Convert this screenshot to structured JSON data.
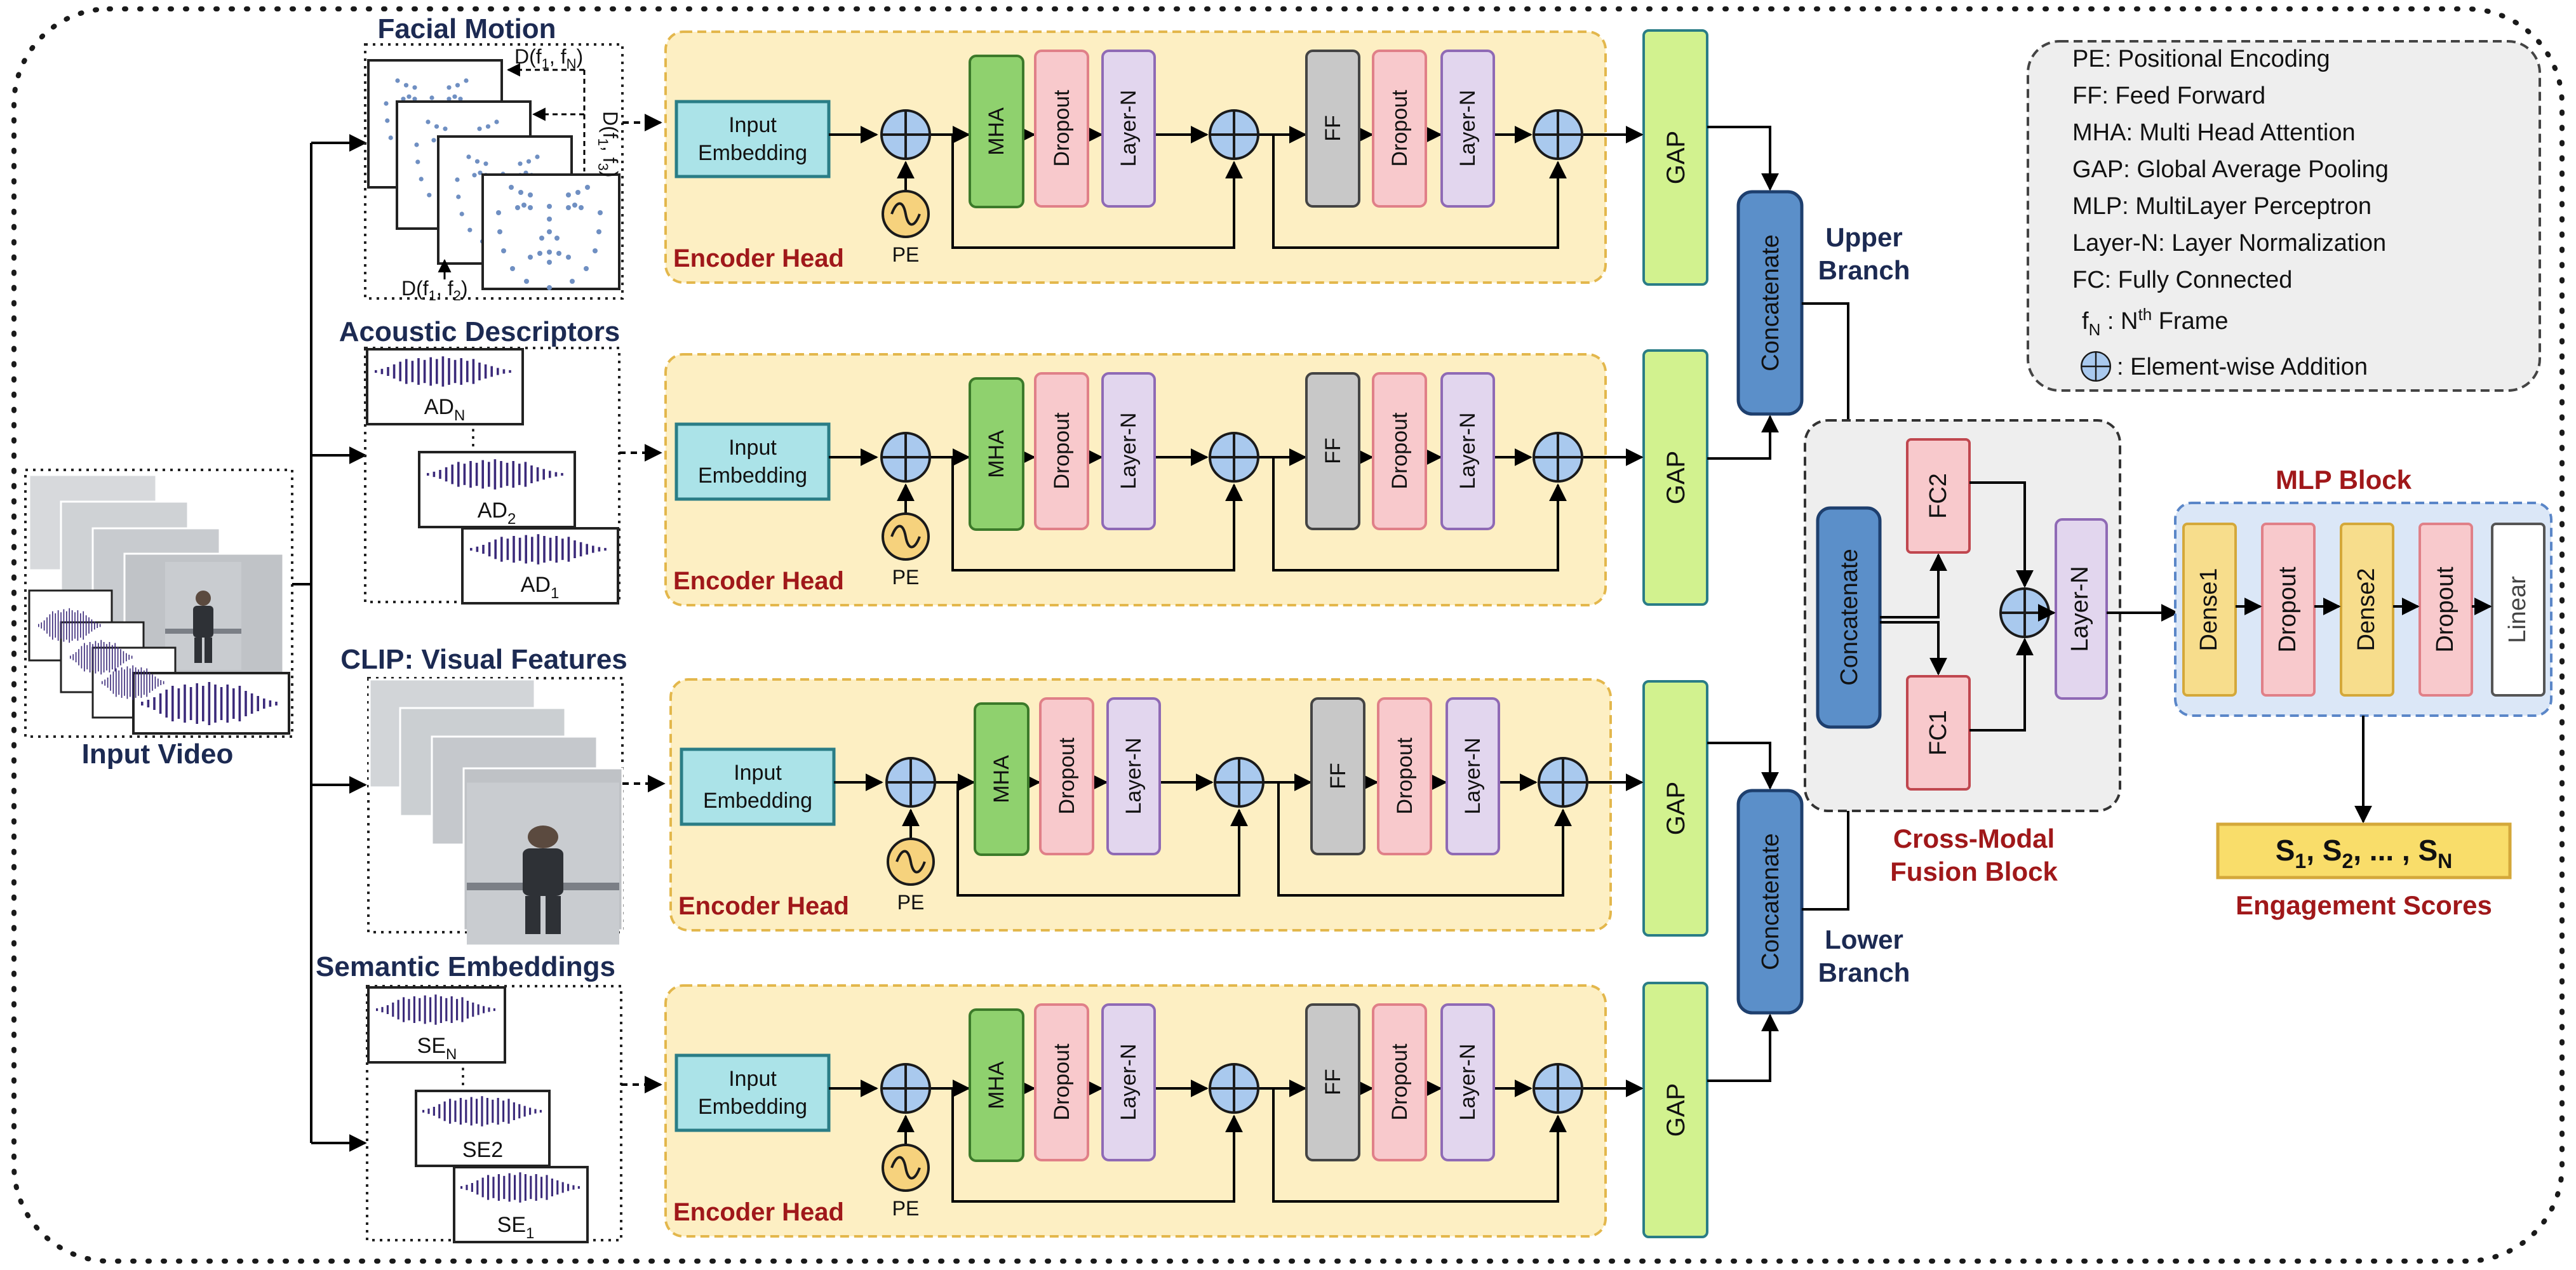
{
  "inputs": {
    "video": "Input Video",
    "facial_motion": "Facial Motion",
    "acoustic": "Acoustic Descriptors",
    "clip": "CLIP: Visual Features",
    "semantic": "Semantic Embeddings"
  },
  "facial_dist": {
    "d1n": "D(f",
    "d1n_sub": "1",
    "d1n_mid": ", f",
    "d1n_sub2": "N",
    "d1n_end": ")",
    "d13": "D(f",
    "d13_sub": "1",
    "d13_mid": ", f",
    "d13_sub2": "3",
    "d13_end": ")",
    "d12": "D(f",
    "d12_sub": "1",
    "d12_mid": ", f",
    "d12_sub2": "2",
    "d12_end": ")"
  },
  "acoustic_labels": {
    "n_base": "AD",
    "n_sub": "N",
    "two_base": "AD",
    "two_sub": "2",
    "one_base": "AD",
    "one_sub": "1"
  },
  "semantic_labels": {
    "n_base": "SE",
    "n_sub": "N",
    "two": "SE2",
    "one_base": "SE",
    "one_sub": "1"
  },
  "encoder": {
    "input_embedding_line1": "Input",
    "input_embedding_line2": "Embedding",
    "mha": "MHA",
    "dropout": "Dropout",
    "layer_norm": "Layer-N",
    "ff": "FF",
    "pe": "PE",
    "head_label": "Encoder Head"
  },
  "gap": "GAP",
  "concatenate": "Concatenate",
  "upper_branch": {
    "line1": "Upper",
    "line2": "Branch"
  },
  "lower_branch": {
    "line1": "Lower",
    "line2": "Branch"
  },
  "fusion": {
    "fc2": "FC2",
    "fc1": "FC1",
    "layer_norm": "Layer-N",
    "title_line1": "Cross-Modal",
    "title_line2": "Fusion Block"
  },
  "mlp": {
    "title": "MLP Block",
    "dense1": "Dense1",
    "dropout": "Dropout",
    "dense2": "Dense2",
    "linear": "Linear"
  },
  "output": {
    "s": "S",
    "sub1": "1",
    "sep1": ", S",
    "sub2": "2",
    "sep2": ", ... , S",
    "subn": "N",
    "caption": "Engagement Scores"
  },
  "legend": {
    "pe": "PE: Positional Encoding",
    "ff": "FF: Feed Forward",
    "mha": "MHA: Multi Head Attention",
    "gap": "GAP: Global Average Pooling",
    "mlp": "MLP: MultiLayer Perceptron",
    "layern": "Layer-N: Layer Normalization",
    "fc": "FC: Fully Connected",
    "fn_base": "f",
    "fn_sub": "N",
    "fn_colon": " : N",
    "fn_sup": "th",
    "fn_end": " Frame",
    "add": ": Element-wise Addition"
  },
  "colors": {
    "encoder_bg": "#fdefc3",
    "encoder_border": "#e3b74c",
    "input_embedding": "#abe3e8",
    "mha": "#8fd16e",
    "dropout": "#f8c9cc",
    "layer_norm": "#e2d6ee",
    "ff": "#c8c8c8",
    "gap": "#d2f28f",
    "concatenate": "#5b8fc9",
    "add_node": "#a9c9ee",
    "fusion_bg": "#eeeeee",
    "mlp_bg": "#dbe7f7",
    "dense": "#f7dd8c",
    "output_box": "#f9dd6a",
    "title_dark": "#1c2a52",
    "title_red": "#a0181a"
  }
}
